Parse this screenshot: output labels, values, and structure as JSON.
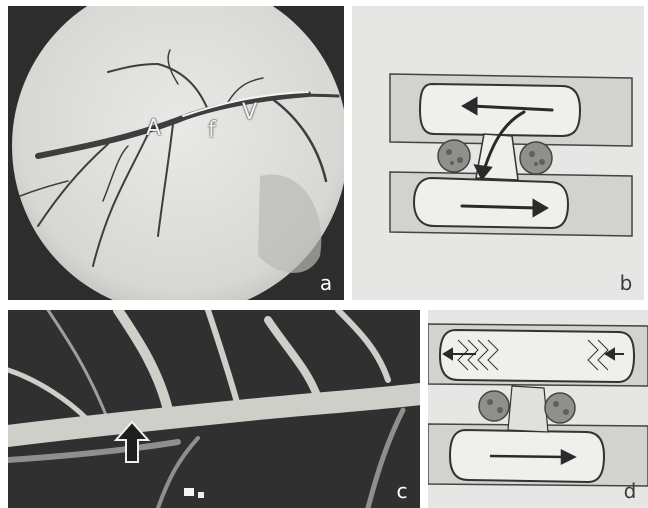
{
  "figure": {
    "panel_a": {
      "label": "a",
      "annotations": {
        "artery": "A",
        "fistula": "f",
        "vein": "V"
      }
    },
    "panel_b": {
      "label": "b"
    },
    "panel_c": {
      "label": "c"
    },
    "panel_d": {
      "label": "d"
    }
  },
  "colors": {
    "background": "#ffffff",
    "film_dark": "#2e2e2e",
    "vessel": "#dcdcd6",
    "ink": "#333333"
  },
  "icons": [
    "arrow-up-icon",
    "flow-arrow-icon"
  ]
}
